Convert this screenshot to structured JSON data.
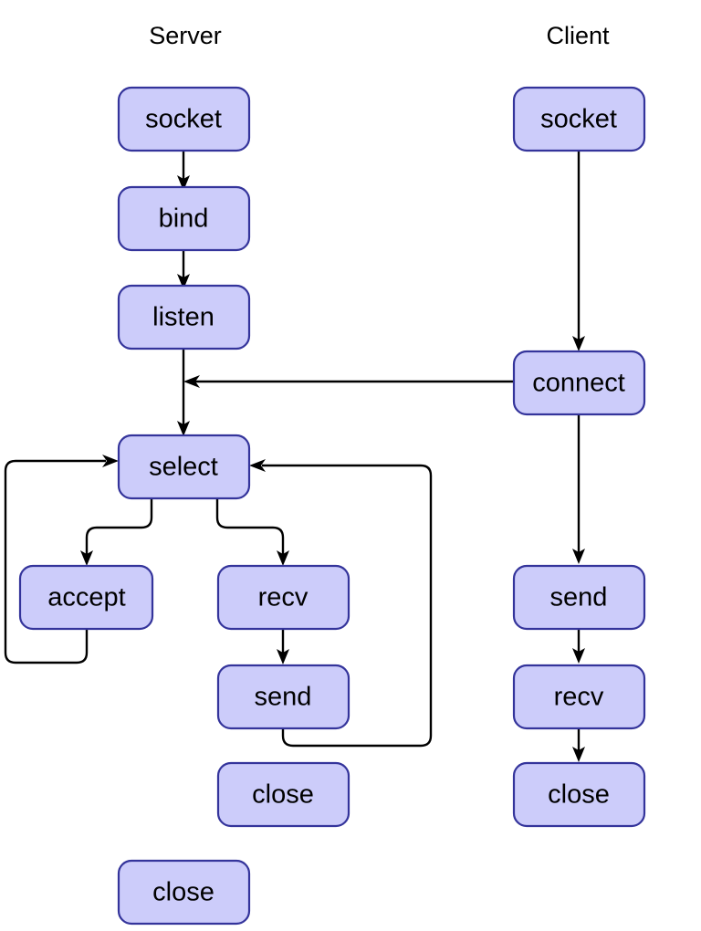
{
  "diagram": {
    "title_hidden": "Server and Client socket call flow",
    "background_color": "#ffffff",
    "node_fill_color": "#ccccfa",
    "node_border_color": "#34349b",
    "edge_color": "#000000",
    "text_color": "#000000",
    "columns": [
      {
        "id": "server",
        "label": "Server"
      },
      {
        "id": "client",
        "label": "Client"
      }
    ],
    "nodes": [
      {
        "id": "server-socket",
        "label": "socket",
        "column": "server"
      },
      {
        "id": "server-bind",
        "label": "bind",
        "column": "server"
      },
      {
        "id": "server-listen",
        "label": "listen",
        "column": "server"
      },
      {
        "id": "server-select",
        "label": "select",
        "column": "server"
      },
      {
        "id": "server-accept",
        "label": "accept",
        "column": "server"
      },
      {
        "id": "server-recv",
        "label": "recv",
        "column": "server"
      },
      {
        "id": "server-send",
        "label": "send",
        "column": "server"
      },
      {
        "id": "server-close-1",
        "label": "close",
        "column": "server"
      },
      {
        "id": "server-close-2",
        "label": "close",
        "column": "server"
      },
      {
        "id": "client-socket",
        "label": "socket",
        "column": "client"
      },
      {
        "id": "client-connect",
        "label": "connect",
        "column": "client"
      },
      {
        "id": "client-send",
        "label": "send",
        "column": "client"
      },
      {
        "id": "client-recv",
        "label": "recv",
        "column": "client"
      },
      {
        "id": "client-close",
        "label": "close",
        "column": "client"
      }
    ],
    "edges": [
      {
        "from": "server-socket",
        "to": "server-bind",
        "kind": "arrow"
      },
      {
        "from": "server-bind",
        "to": "server-listen",
        "kind": "arrow"
      },
      {
        "from": "server-listen",
        "to": "server-select",
        "kind": "arrow"
      },
      {
        "from": "server-select",
        "to": "server-accept",
        "kind": "arrow"
      },
      {
        "from": "server-select",
        "to": "server-recv",
        "kind": "arrow"
      },
      {
        "from": "server-accept",
        "to": "server-select",
        "kind": "loop-left"
      },
      {
        "from": "server-recv",
        "to": "server-send",
        "kind": "arrow"
      },
      {
        "from": "server-send",
        "to": "server-select",
        "kind": "loop-right"
      },
      {
        "from": "client-socket",
        "to": "client-connect",
        "kind": "arrow"
      },
      {
        "from": "client-connect",
        "to": "server-select",
        "kind": "cross-arrow"
      },
      {
        "from": "client-connect",
        "to": "client-send",
        "kind": "arrow"
      },
      {
        "from": "client-send",
        "to": "client-recv",
        "kind": "arrow"
      },
      {
        "from": "client-recv",
        "to": "client-close",
        "kind": "arrow"
      }
    ]
  }
}
